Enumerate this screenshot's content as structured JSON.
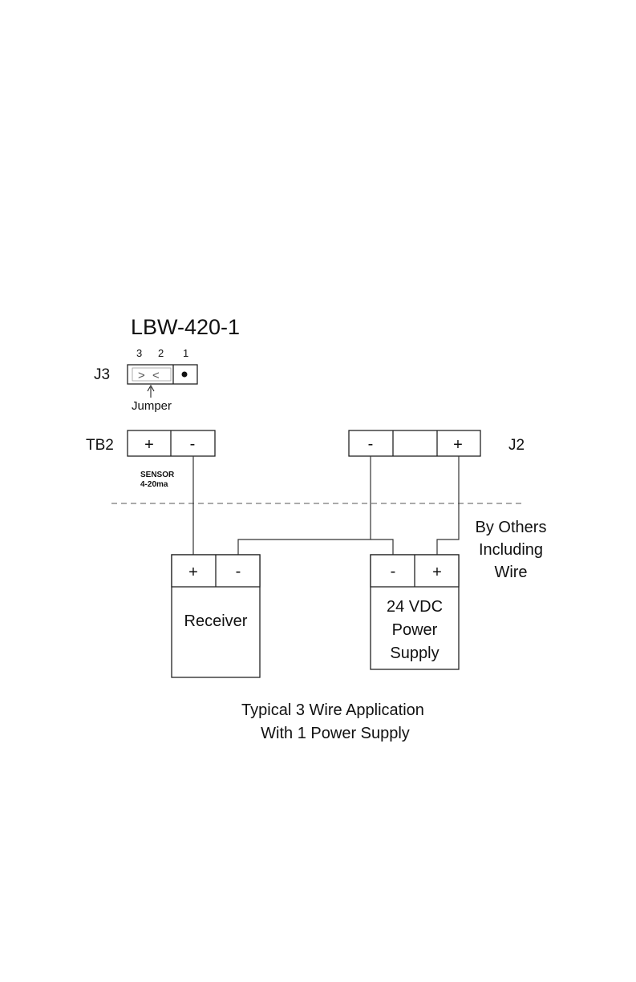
{
  "title": "LBW-420-1",
  "jumper": {
    "label": "J3",
    "pin3": "3",
    "pin2": "2",
    "pin1": "1",
    "arrow_label": "Jumper"
  },
  "tb2": {
    "label": "TB2",
    "plus": "+",
    "minus": "-",
    "sensor_line1": "SENSOR",
    "sensor_line2": "4-20ma"
  },
  "j2": {
    "label": "J2",
    "minus": "-",
    "plus": "+"
  },
  "by_others": {
    "line1": "By Others",
    "line2": "Including",
    "line3": "Wire"
  },
  "receiver": {
    "plus": "+",
    "minus": "-",
    "label": "Receiver"
  },
  "power_supply": {
    "minus": "-",
    "plus": "+",
    "line1": "24 VDC",
    "line2": "Power",
    "line3": "Supply"
  },
  "caption": {
    "line1": "Typical 3 Wire Application",
    "line2": "With 1 Power Supply"
  }
}
